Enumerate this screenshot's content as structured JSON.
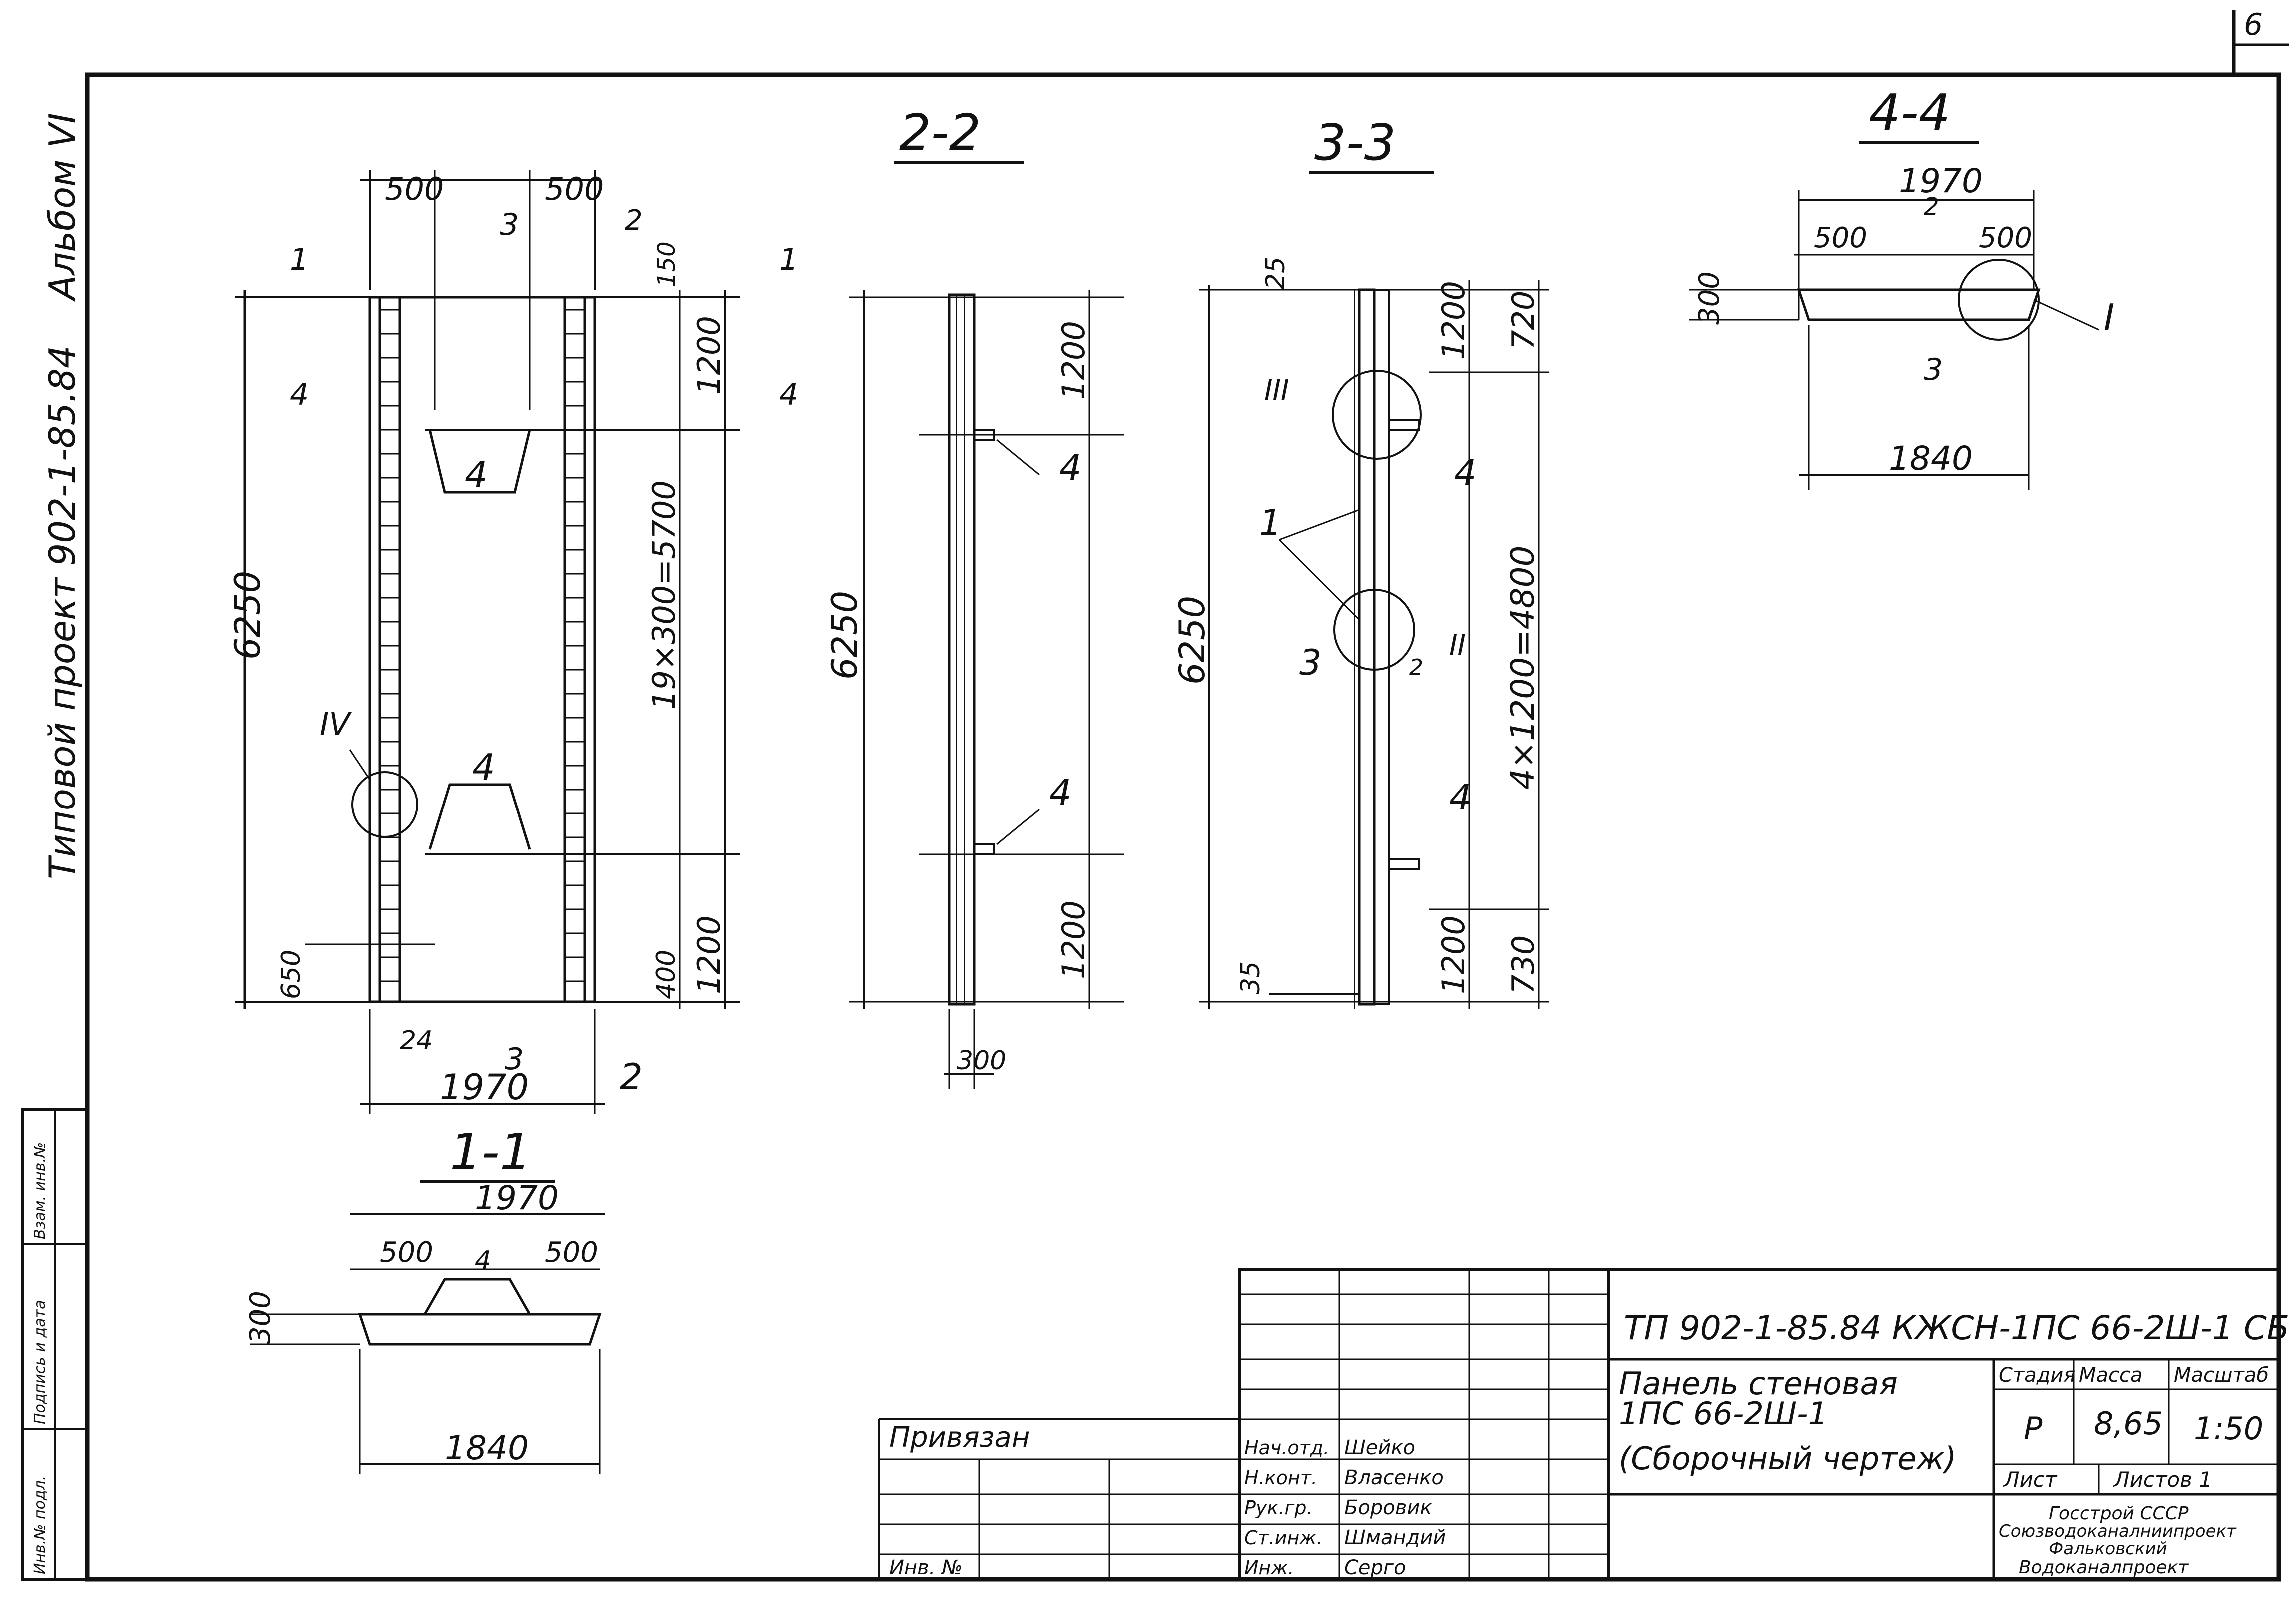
{
  "page_number": "6",
  "side": {
    "project": "Типовой проект 902-1-85.84",
    "album": "Альбом VI"
  },
  "stamp_side": {
    "col1": "Инв.№ подл.",
    "col2": "Подпись и дата",
    "col3": "Взам. инв.№"
  },
  "sections": {
    "s22": "2-2",
    "s33": "3-3",
    "s44": "4-4",
    "s11": "1-1"
  },
  "dims": {
    "d500": "500",
    "d150": "150",
    "d1200": "1200",
    "d6250": "6250",
    "d5700": "19×300=5700",
    "d650": "650",
    "d400": "400",
    "d1970": "1970",
    "d300": "300",
    "d25": "25",
    "d720": "720",
    "d4800": "4×1200=4800",
    "d35": "35",
    "d730": "730",
    "d1840": "1840",
    "d24": "24"
  },
  "marks": {
    "m1": "1",
    "m2": "2",
    "m3": "3",
    "m4": "4",
    "rI": "I",
    "rII": "II",
    "rIII": "III",
    "rIV": "IV"
  },
  "title_block": {
    "code": "ТП 902-1-85.84 КЖСН-1ПС 66-2Ш-1 СБ",
    "title_line1": "Панель стеновая",
    "title_line2": "1ПС 66-2Ш-1",
    "title_line3": "(Сборочный чертеж)",
    "stage_hdr": "Стадия",
    "mass_hdr": "Масса",
    "scale_hdr": "Масштаб",
    "stage": "Р",
    "mass": "8,65",
    "scale": "1:50",
    "sheet_hdr": "Лист",
    "sheets_hdr": "Листов 1",
    "org1": "Госстрой СССР",
    "org2": "Союзводоканалниипроект",
    "org3": "Фальковский",
    "org4": "Водоканалпроект",
    "attached": "Привязан",
    "inv": "Инв. №",
    "roles": [
      "Нач.отд.",
      "Н.конт.",
      "Рук.гр.",
      "Ст.инж.",
      "Инж."
    ],
    "names": [
      "Шейко",
      "Власенко",
      "Боровик",
      "Шмандий",
      "Серго"
    ]
  }
}
